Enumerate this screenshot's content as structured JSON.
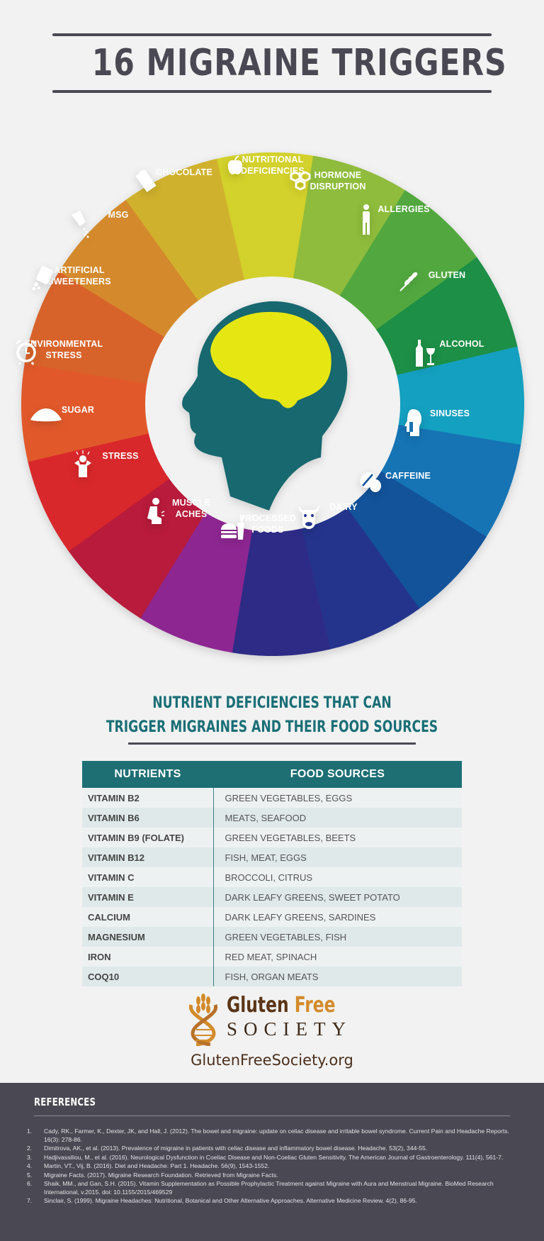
{
  "title": "16 MIGRAINE TRIGGERS",
  "colors": {
    "title": "#4a4953",
    "teal": "#1d6f74",
    "brain": "#e6e612",
    "head": "#17686f",
    "footer_bg": "#4a4953",
    "logo_brown": "#5a3516",
    "logo_orange": "#d38b2a"
  },
  "wheel": {
    "center_icon": "head-with-brain-icon",
    "segments": [
      {
        "label_lines": [
          "NUTRITIONAL",
          "DEFICIENCIES"
        ],
        "icon": "apple-icon",
        "color": "#d3d12b"
      },
      {
        "label_lines": [
          "HORMONE",
          "DISRUPTION"
        ],
        "icon": "hexagon-molecule-icon",
        "color": "#8fbc3c"
      },
      {
        "label_lines": [
          "ALLERGIES"
        ],
        "icon": "person-scratching-icon",
        "color": "#52a83f"
      },
      {
        "label_lines": [
          "GLUTEN"
        ],
        "icon": "wheat-icon",
        "color": "#1d8f46"
      },
      {
        "label_lines": [
          "ALCOHOL"
        ],
        "icon": "bottle-and-glass-icon",
        "color": "#14a0c0"
      },
      {
        "label_lines": [
          "SINUSES"
        ],
        "icon": "head-profile-sinus-icon",
        "color": "#1674b4"
      },
      {
        "label_lines": [
          "CAFFEINE"
        ],
        "icon": "coffee-beans-icon",
        "color": "#12539a"
      },
      {
        "label_lines": [
          "DAIRY"
        ],
        "icon": "cow-head-icon",
        "color": "#24348c"
      },
      {
        "label_lines": [
          "PROCESSED",
          "FOODS"
        ],
        "icon": "burger-and-drink-icon",
        "color": "#2e2b86"
      },
      {
        "label_lines": [
          "MUSCLE",
          "ACHES"
        ],
        "icon": "person-back-pain-icon",
        "color": "#8d2691"
      },
      {
        "label_lines": [
          "STRESS"
        ],
        "icon": "stressed-person-icon",
        "color": "#b81b3b"
      },
      {
        "label_lines": [
          "SUGAR"
        ],
        "icon": "sugar-pile-icon",
        "color": "#d9282b"
      },
      {
        "label_lines": [
          "ENVIRONMENTAL",
          "STRESS"
        ],
        "icon": "alarm-clock-icon",
        "color": "#e1592b"
      },
      {
        "label_lines": [
          "ARTIFICIAL",
          "SWEETENERS"
        ],
        "icon": "sweetener-packet-icon",
        "color": "#d8632a"
      },
      {
        "label_lines": [
          "MSG"
        ],
        "icon": "salt-shaker-icon",
        "color": "#d48a2c"
      },
      {
        "label_lines": [
          "CHOCOLATE"
        ],
        "icon": "chocolate-bar-icon",
        "color": "#d0b12d"
      }
    ]
  },
  "nutrients_section": {
    "title_line1": "NUTRIENT DEFICIENCIES THAT CAN",
    "title_line2": "TRIGGER MIGRAINES AND THEIR FOOD SOURCES",
    "columns": [
      "NUTRIENTS",
      "FOOD SOURCES"
    ],
    "rows": [
      [
        "VITAMIN B2",
        "GREEN VEGETABLES, EGGS"
      ],
      [
        "VITAMIN B6",
        "MEATS, SEAFOOD"
      ],
      [
        "VITAMIN B9 (FOLATE)",
        "GREEN VEGETABLES, BEETS"
      ],
      [
        "VITAMIN B12",
        "FISH, MEAT, EGGS"
      ],
      [
        "VITAMIN C",
        "BROCCOLI, CITRUS"
      ],
      [
        "VITAMIN E",
        "DARK LEAFY GREENS, SWEET POTATO"
      ],
      [
        "CALCIUM",
        "DARK LEAFY GREENS, SARDINES"
      ],
      [
        "MAGNESIUM",
        "GREEN VEGETABLES, FISH"
      ],
      [
        "IRON",
        "RED MEAT, SPINACH"
      ],
      [
        "COQ10",
        "FISH, ORGAN MEATS"
      ]
    ]
  },
  "logo": {
    "word_gluten": "Gluten",
    "word_free": "Free",
    "word_society": "SOCIETY",
    "url": "GlutenFreeSociety.org"
  },
  "references": {
    "title": "REFERENCES",
    "items": [
      {
        "num": "1.",
        "text": "Cady, RK., Farmer, K., Dexter, JK, and Hall, J. (2012). The bowel and migraine: update on celiac disease and irritable bowel syndrome. Current Pain and Headache Reports. 16(3): 278-86."
      },
      {
        "num": "2.",
        "text": "Dimitrova, AK., et al. (2013). Prevalence of migraine in patients with celiac disease and inflammatory bowel disease. Headache. 53(2), 344-55."
      },
      {
        "num": "3.",
        "text": "Hadjivassiliou, M., et al. (2016). Neurological Dysfunction in Coeliac Disease and Non-Coeliac Gluten Sensitivity. The American Journal of Gastroenterology. 111(4), 561-7."
      },
      {
        "num": "4.",
        "text": "Martin, VT., Vij, B. (2016). Diet and Headache: Part 1. Headache. 56(9), 1543-1552."
      },
      {
        "num": "5.",
        "text": "Migraine Facts. (2017). Migraine Research Foundation. Retrieved from Migraine Facts."
      },
      {
        "num": "6.",
        "text": "Shaik, MM., and Gan, S.H. (2015). Vitamin Supplementation as Possible Prophylactic Treatment against Migraine with Aura and Menstrual Migraine. BioMed Research International, v.2015. doi: 10.1155/2015/469529"
      },
      {
        "num": "7.",
        "text": "Sinclair, S. (1999). Migraine Headaches: Nutritional, Botanical and Other Alternative Approaches. Alternative Medicine Review. 4(2), 86-95."
      }
    ]
  }
}
